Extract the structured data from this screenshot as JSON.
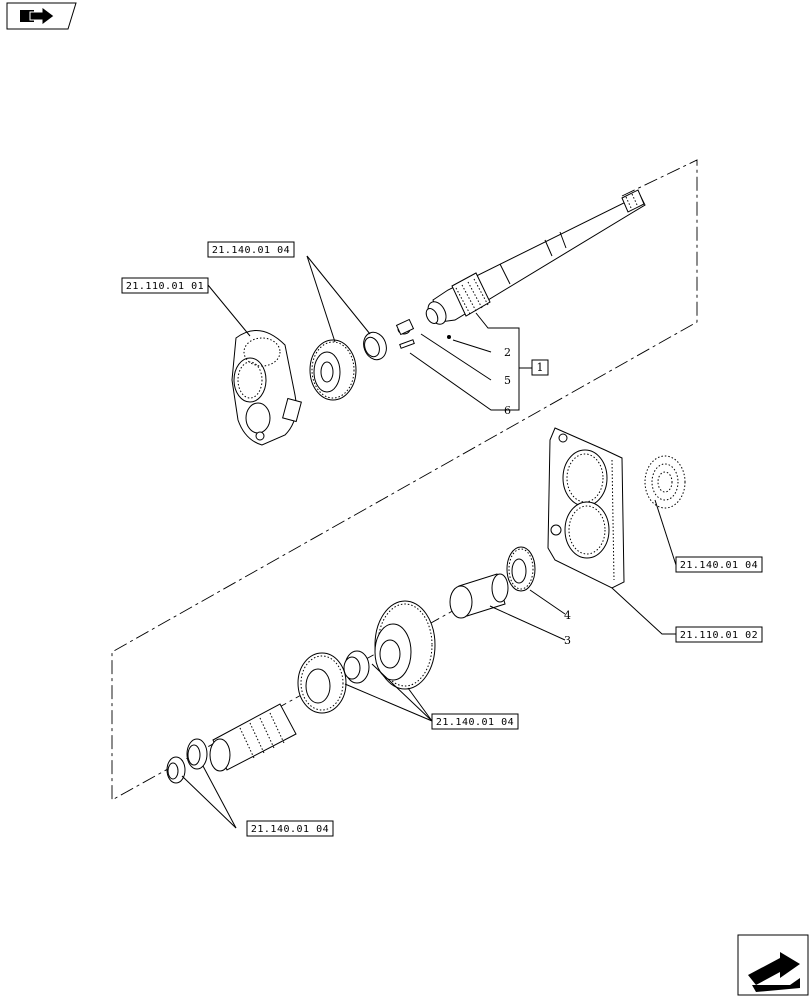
{
  "refs": {
    "r1": "21.140.01 04",
    "r2": "21.110.01 01",
    "r3": "21.140.01 04",
    "r4": "21.110.01 02",
    "r5": "21.140.01 04",
    "r6": "21.140.01 04"
  },
  "items": {
    "n2": "2",
    "n5": "5",
    "n6": "6",
    "n1": "1",
    "n4": "4",
    "n3": "3"
  },
  "icons": {
    "top_left": "book-arrow-icon",
    "bottom_right": "next-page-arrow-icon"
  }
}
